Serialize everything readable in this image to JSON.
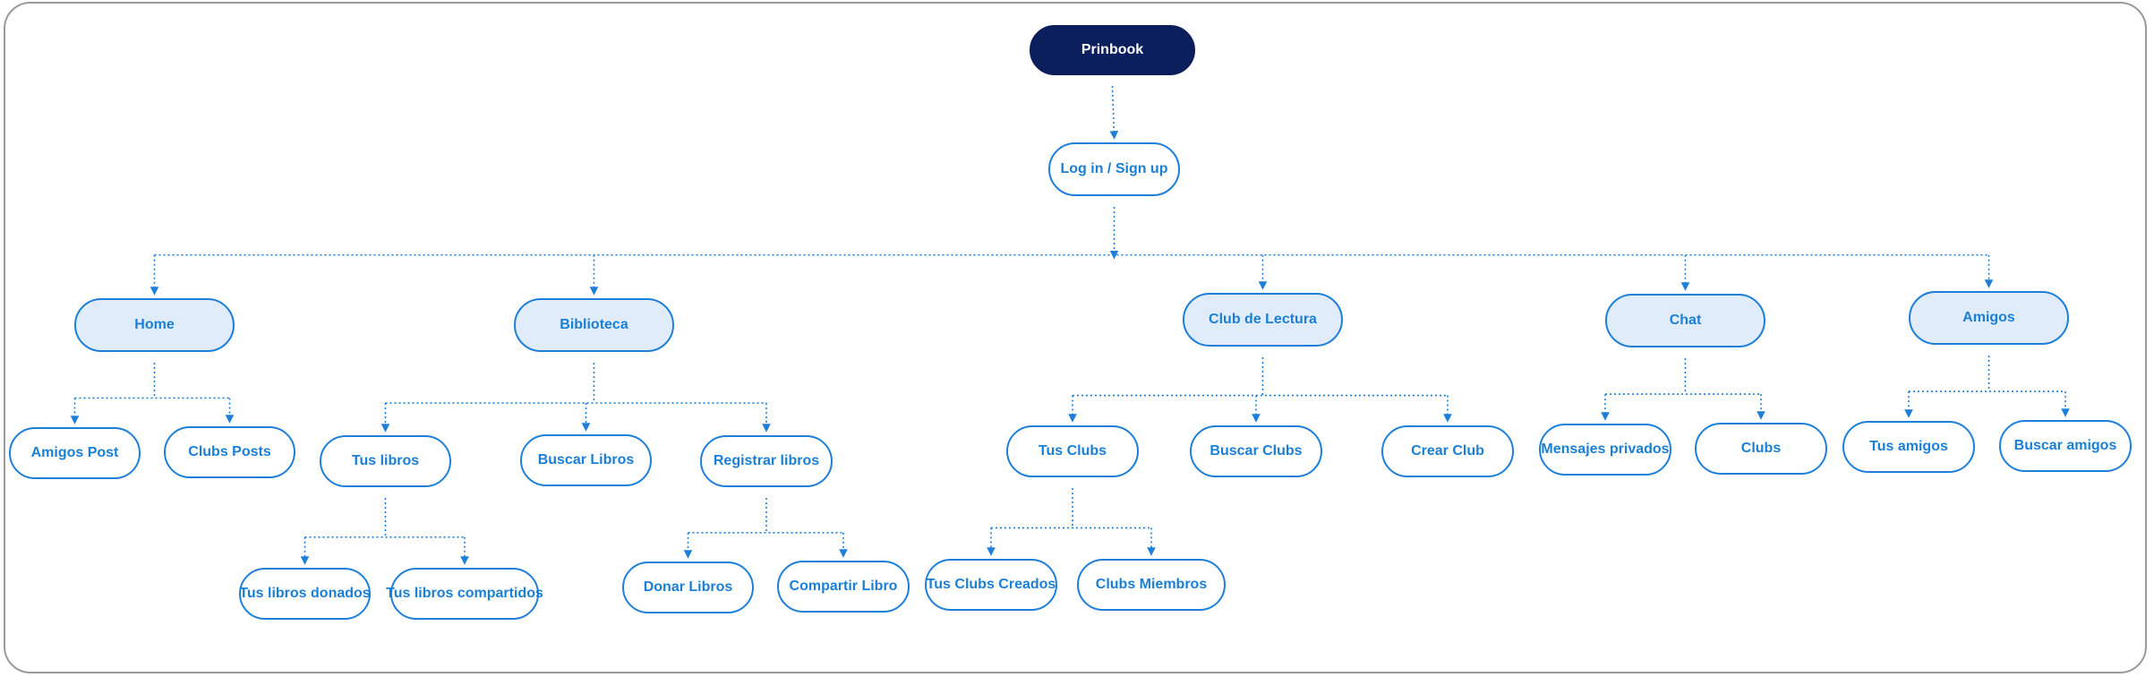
{
  "diagram": {
    "colors": {
      "root_fill": "#0b1f5c",
      "root_text": "#ffffff",
      "node_border": "#1e7fd9",
      "node_text": "#1a7fd6",
      "primary_fill": "#e1ecfb",
      "secondary_fill": "#ffffff",
      "connector": "#1e7fd9",
      "frame_border": "#9a9a9a"
    },
    "connector_style": "dotted-with-arrows",
    "nodes": {
      "prinbook": "Prinbook",
      "login": "Log in / Sign up",
      "home": "Home",
      "amigos_post": "Amigos Post",
      "clubs_posts": "Clubs Posts",
      "biblioteca": "Biblioteca",
      "tus_libros": "Tus libros",
      "tus_libros_donados": "Tus libros donados",
      "tus_libros_compartidos": "Tus libros compartidos",
      "buscar_libros": "Buscar Libros",
      "registrar_libros": "Registrar libros",
      "donar_libros": "Donar Libros",
      "compartir_libro": "Compartir Libro",
      "club_lectura": "Club de Lectura",
      "tus_clubs": "Tus Clubs",
      "tus_clubs_creados": "Tus Clubs Creados",
      "clubs_miembros": "Clubs Miembros",
      "buscar_clubs": "Buscar Clubs",
      "crear_club": "Crear Club",
      "chat": "Chat",
      "mensajes_privados": "Mensajes privados",
      "clubs": "Clubs",
      "amigos": "Amigos",
      "tus_amigos": "Tus amigos",
      "buscar_amigos": "Buscar amigos"
    },
    "edges": [
      [
        "prinbook",
        "login"
      ],
      [
        "login",
        "home"
      ],
      [
        "login",
        "biblioteca"
      ],
      [
        "login",
        "club_lectura"
      ],
      [
        "login",
        "chat"
      ],
      [
        "login",
        "amigos"
      ],
      [
        "home",
        "amigos_post"
      ],
      [
        "home",
        "clubs_posts"
      ],
      [
        "biblioteca",
        "tus_libros"
      ],
      [
        "biblioteca",
        "buscar_libros"
      ],
      [
        "biblioteca",
        "registrar_libros"
      ],
      [
        "tus_libros",
        "tus_libros_donados"
      ],
      [
        "tus_libros",
        "tus_libros_compartidos"
      ],
      [
        "registrar_libros",
        "donar_libros"
      ],
      [
        "registrar_libros",
        "compartir_libro"
      ],
      [
        "club_lectura",
        "tus_clubs"
      ],
      [
        "club_lectura",
        "buscar_clubs"
      ],
      [
        "club_lectura",
        "crear_club"
      ],
      [
        "tus_clubs",
        "tus_clubs_creados"
      ],
      [
        "tus_clubs",
        "clubs_miembros"
      ],
      [
        "chat",
        "mensajes_privados"
      ],
      [
        "chat",
        "clubs"
      ],
      [
        "amigos",
        "tus_amigos"
      ],
      [
        "amigos",
        "buscar_amigos"
      ]
    ]
  }
}
